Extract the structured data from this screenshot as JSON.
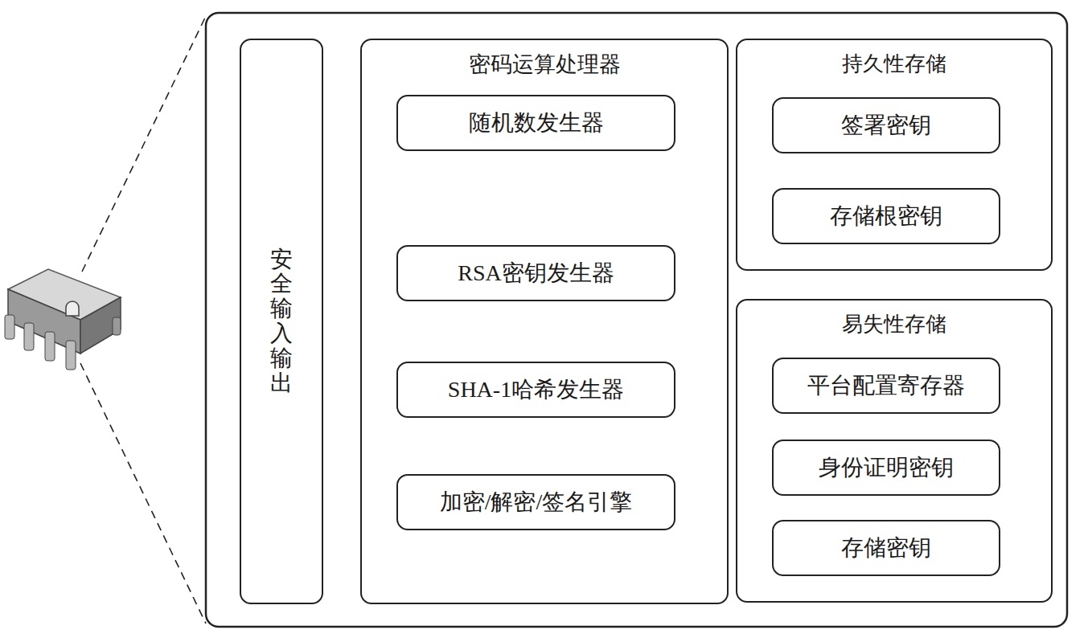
{
  "diagram": {
    "nodes": [
      {
        "text": [
          "安全输入输出"
        ]
      },
      {
        "text": [
          "密码运算处理器"
        ]
      },
      {
        "text": [
          "随机数发生器"
        ],
        "in": 1
      },
      {
        "text": [
          "RSA密钥发生器"
        ],
        "in": 1
      },
      {
        "text": [
          "SHA-1哈希发生器"
        ],
        "in": 1
      },
      {
        "text": [
          "加密/解密/签名引擎"
        ],
        "in": 1
      },
      {
        "text": [
          "持久性存储"
        ]
      },
      {
        "text": [
          "签署密钥"
        ],
        "in": 6
      },
      {
        "text": [
          "存储根密钥"
        ],
        "in": 6
      },
      {
        "text": [
          "易失性存储"
        ]
      },
      {
        "text": [
          "平台配置寄存器"
        ],
        "in": 9
      },
      {
        "text": [
          "身份证明密钥"
        ],
        "in": 9
      },
      {
        "text": [
          "存储密钥"
        ],
        "in": 9
      }
    ]
  }
}
